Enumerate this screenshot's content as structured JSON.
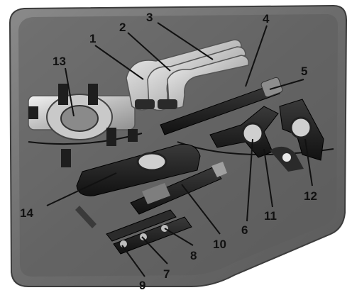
{
  "colors": {
    "case_outer": "#6a6a6a",
    "case_inner": "#4e4e4e",
    "steel_light": "#d9d9d9",
    "steel_mid": "#a8a8a8",
    "tool_dark": "#1c1c1c",
    "label_text": "#111111"
  },
  "callouts": {
    "c1": "1",
    "c2": "2",
    "c3": "3",
    "c4": "4",
    "c5": "5",
    "c6": "6",
    "c7": "7",
    "c8": "8",
    "c9": "9",
    "c10": "10",
    "c11": "11",
    "c12": "12",
    "c13": "13",
    "c14": "14"
  }
}
